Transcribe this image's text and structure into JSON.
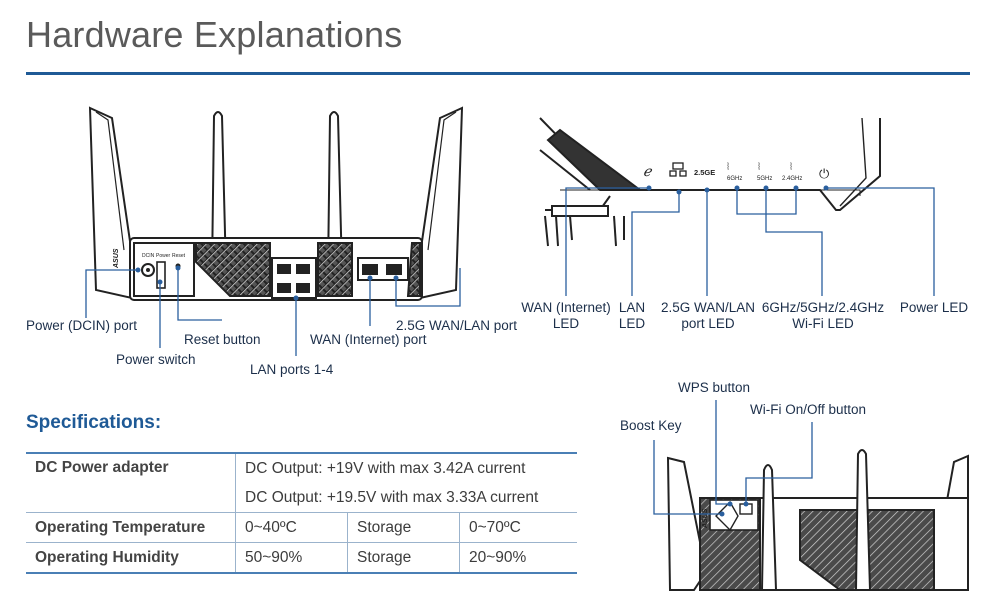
{
  "page": {
    "title": "Hardware Explanations"
  },
  "rear_view": {
    "labels": {
      "power_dcin_port": "Power (DCIN) port",
      "power_switch": "Power switch",
      "reset_button": "Reset button",
      "lan_ports": "LAN ports 1-4",
      "wan_port": "WAN (Internet) port",
      "wan_lan_25g_port": "2.5G WAN/LAN port"
    },
    "panel_text": {
      "dcin": "DCIN",
      "power": "Power",
      "reset": "Reset",
      "logo": "ASUS"
    }
  },
  "front_view": {
    "led_icon_text": [
      "2.5GE",
      "6GHz",
      "5GHz",
      "2.4GHz"
    ],
    "labels": {
      "wan_led": "WAN (Internet)\nLED",
      "lan_led": "LAN\nLED",
      "wan_lan_25g_led": "2.5G WAN/LAN\nport LED",
      "wifi_led": "6GHz/5GHz/2.4GHz\nWi-Fi LED",
      "power_led": "Power LED"
    }
  },
  "side_view": {
    "labels": {
      "wps_button": "WPS button",
      "wifi_onoff_button": "Wi-Fi On/Off button",
      "boost_key": "Boost Key"
    }
  },
  "specifications": {
    "title": "Specifications:",
    "rows": {
      "dc_power": {
        "header": "DC Power adapter",
        "line1": "DC Output: +19V with max 3.42A current",
        "line2": "DC Output: +19.5V with max 3.33A current"
      },
      "temperature": {
        "header": "Operating Temperature",
        "value": "0~40ºC",
        "storage_label": "Storage",
        "storage_value": "0~70ºC"
      },
      "humidity": {
        "header": "Operating Humidity",
        "value": "50~90%",
        "storage_label": "Storage",
        "storage_value": "20~90%"
      }
    }
  },
  "colors": {
    "accent": "#1f5a96",
    "callout": "#2a5f9e",
    "device": "#222222"
  }
}
